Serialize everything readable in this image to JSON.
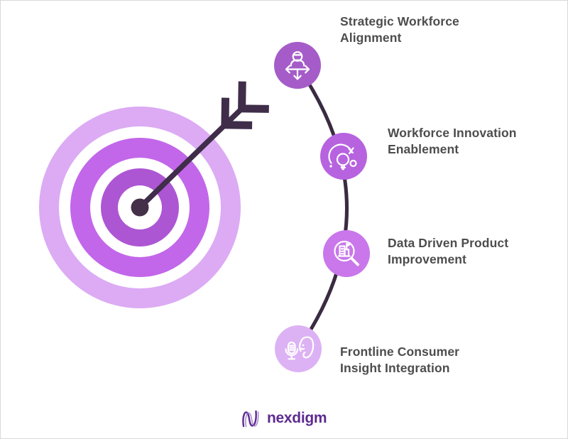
{
  "page": {
    "background": "#ffffff",
    "border_color": "#d8d8d8",
    "label_color": "#4d4d4d"
  },
  "target": {
    "name": "bullseye target with arrow",
    "colors": {
      "ring_outer": "#dcabf4",
      "ring_middle": "#c267ea",
      "ring_inner": "#ad56d4",
      "gap": "#ffffff",
      "center_dot": "#443049",
      "arrow": "#3f2d49"
    }
  },
  "connector": {
    "color": "#3a2b42"
  },
  "steps": [
    {
      "label_line1": "Strategic Workforce",
      "label_line2": "Alignment",
      "icon": "workforce-alignment-icon",
      "circle_color": "#a55cc9",
      "glyph_color": "#ffffff"
    },
    {
      "label_line1": "Workforce Innovation",
      "label_line2": "Enablement",
      "icon": "innovation-bulb-icon",
      "circle_color": "#b763e0",
      "glyph_color": "#ffffff"
    },
    {
      "label_line1": "Data Driven Product",
      "label_line2": "Improvement",
      "icon": "data-magnifier-icon",
      "circle_color": "#c977ea",
      "glyph_color": "#ffffff"
    },
    {
      "label_line1": "Frontline Consumer",
      "label_line2": "Insight Integration",
      "icon": "consumer-insight-icon",
      "circle_color": "#ddb2f4",
      "glyph_color": "#ffffff"
    }
  ],
  "footer": {
    "logo_text": "nexdigm",
    "logo_color": "#5d2b90",
    "logo_mark_dark": "#5d2b90",
    "logo_mark_light": "#9a6fc4"
  }
}
